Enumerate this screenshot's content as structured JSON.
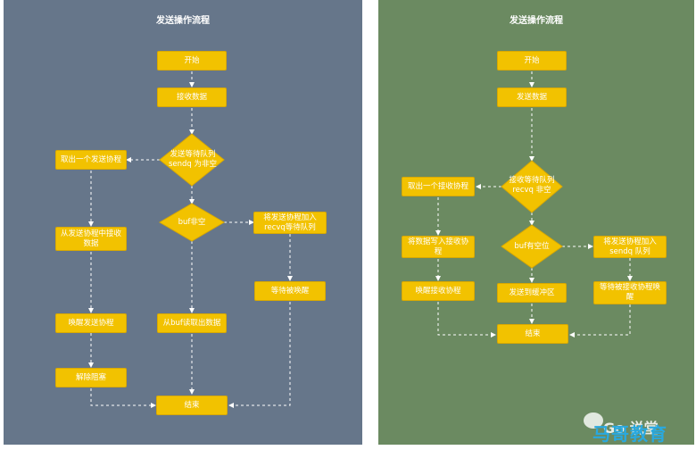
{
  "left": {
    "title": "发送操作流程",
    "start": "开始",
    "receive": "接收数据",
    "cond_queue": "发送等待队列\nsendq 为非空",
    "take_sender": "取出一个发送协程",
    "cond_buf": "buf非空",
    "enqueue": "将发送协程加入\nrecvq等待队列",
    "recv_from_sender": "从发送协程中接收\n数据",
    "read_buf": "从buf读取出数据",
    "wait": "等待被唤醒",
    "wake_sender": "唤醒发送协程",
    "unblock": "解除阻塞",
    "end": "结束"
  },
  "right": {
    "title": "发送操作流程",
    "start": "开始",
    "send": "发送数据",
    "cond_queue": "接收等待队列\nrecvq 非空",
    "take_receiver": "取出一个接收协程",
    "write_receiver": "将数据写入接收协\n程",
    "cond_buf": "buf有空位",
    "enqueue": "将发送协程加入\nsendq 队列",
    "wake_receiver": "唤醒接收协程",
    "send_buf": "发送到缓冲区",
    "wait": "等待被接收协程唤\n醒",
    "end": "结束"
  },
  "watermark": {
    "text": "Go 说堂",
    "brand": "马哥教育"
  },
  "colors": {
    "left_bg": "#66768a",
    "right_bg": "#6b8a61",
    "node": "#f2c200",
    "arrow": "#ffffff"
  }
}
